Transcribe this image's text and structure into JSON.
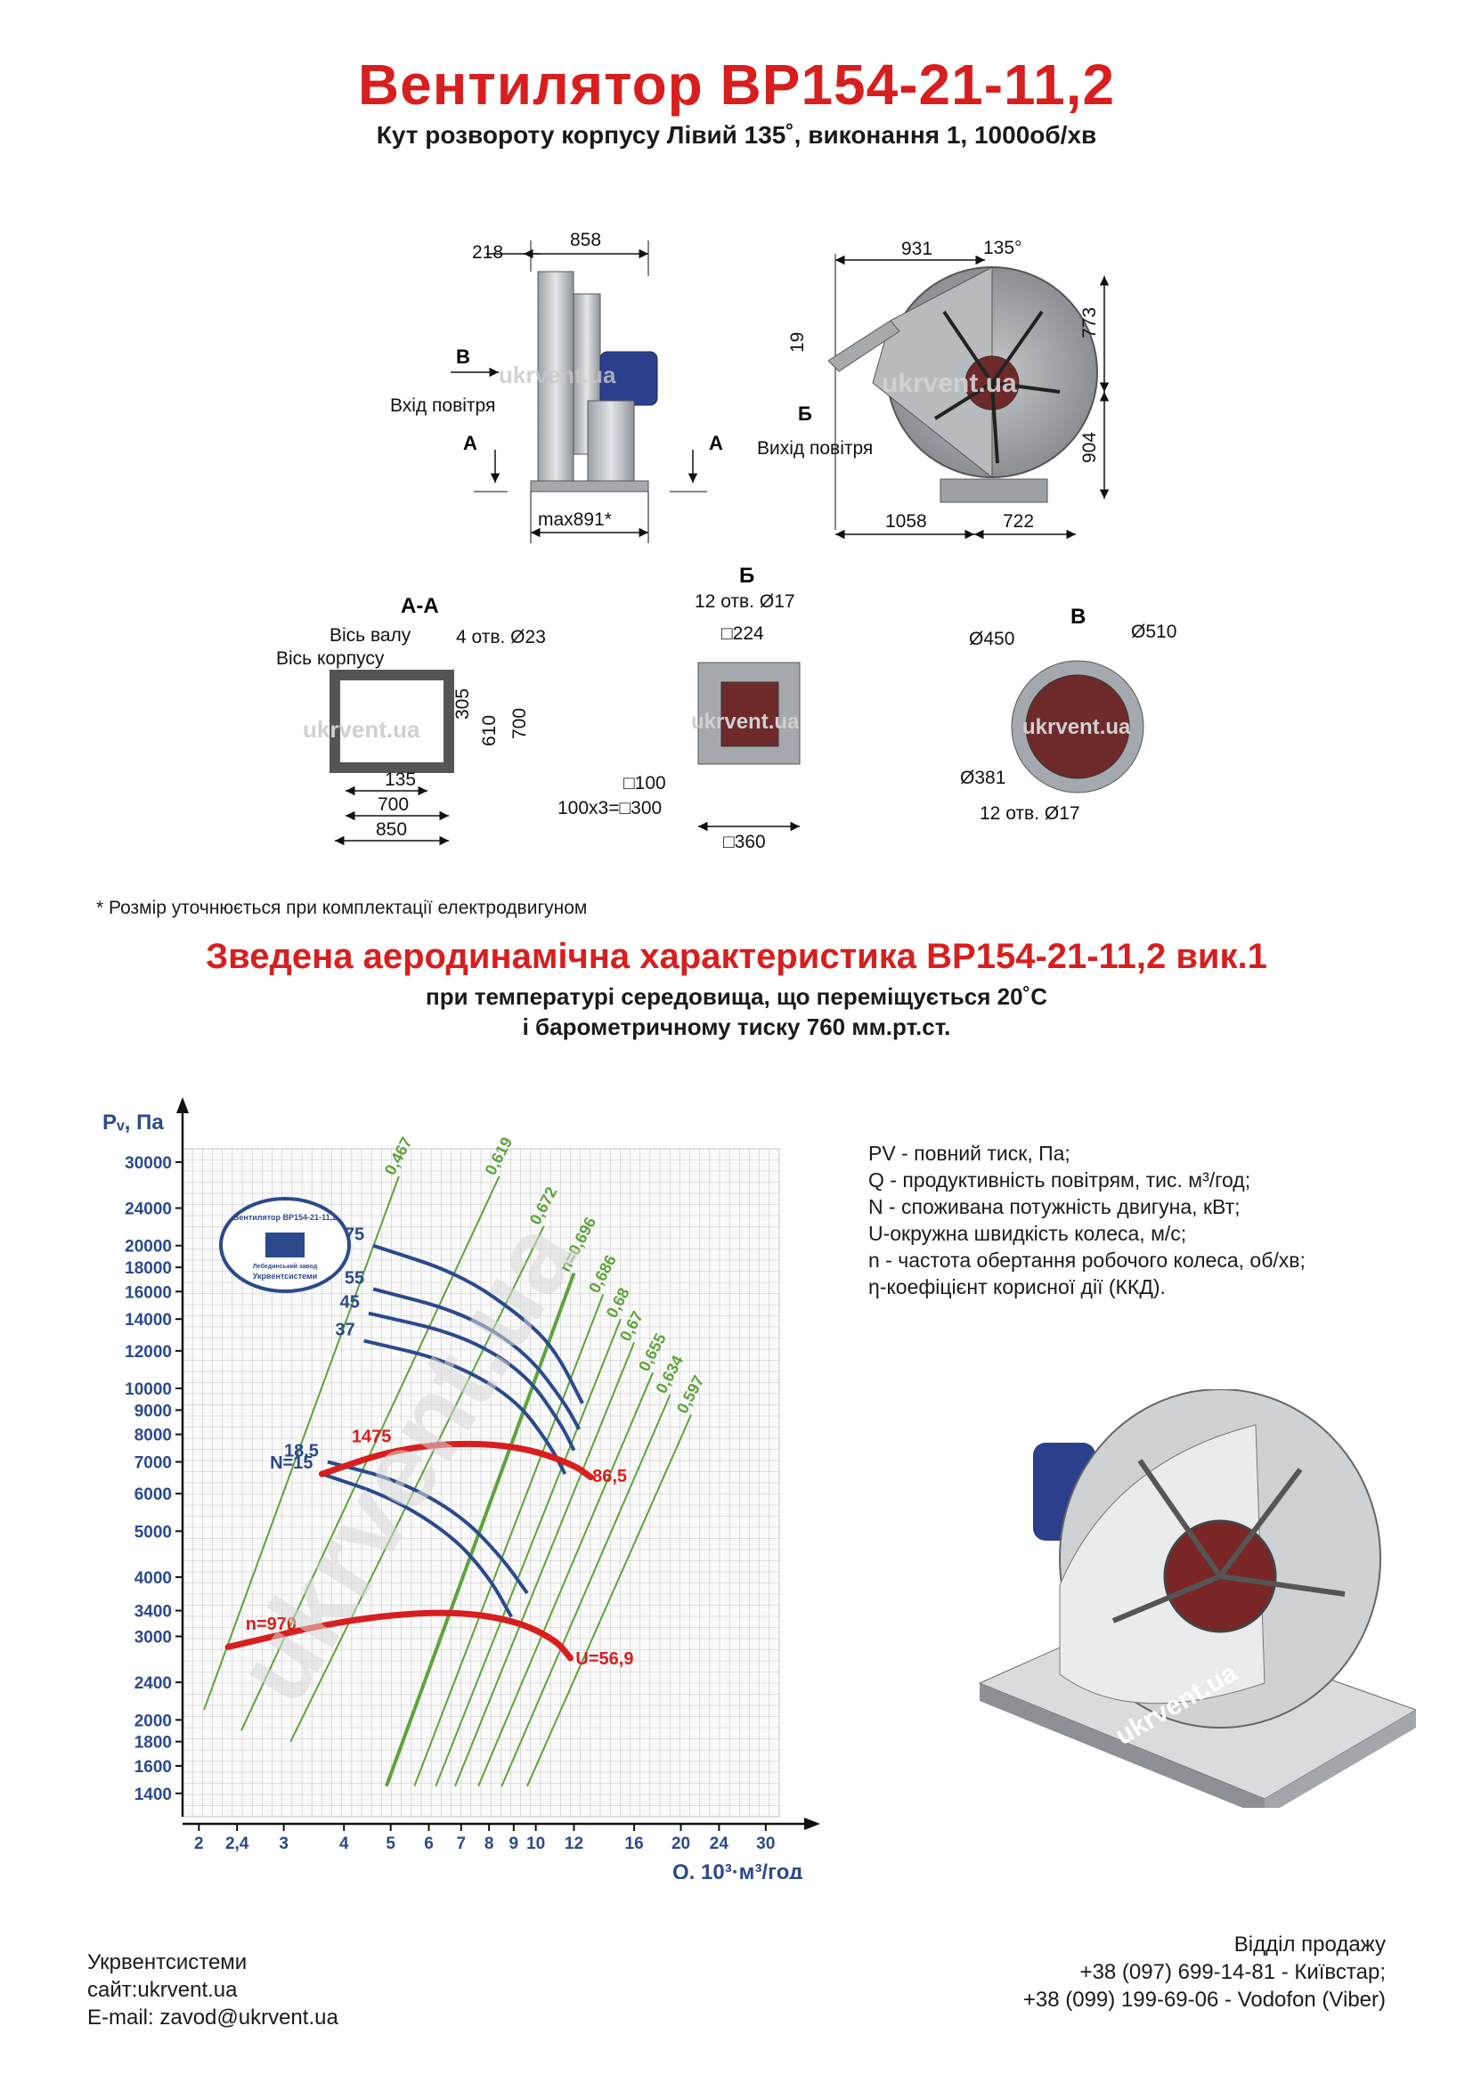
{
  "header": {
    "title": "Вентилятор ВР154-21-11,2",
    "subtitle": "Кут розвороту корпусу Лівий 135˚, виконання 1, 1000об/хв"
  },
  "drawings": {
    "side": {
      "d218": "218",
      "d858": "858",
      "label_b": "В",
      "inlet": "Вхід повітря",
      "label_a1": "А",
      "label_a2": "А",
      "dmax": "max891*",
      "watermark": "ukrvent.ua"
    },
    "front": {
      "d931": "931",
      "angle": "135°",
      "d19": "19",
      "d773": "773",
      "label_b": "Б",
      "outlet": "Вихід повітря",
      "d904": "904",
      "d1058": "1058",
      "d722": "722",
      "watermark": "ukrvent.ua"
    },
    "section_aa": {
      "title": "А-А",
      "shaft": "Вісь валу",
      "body": "Вісь корпусу",
      "holes": "4 отв. Ø23",
      "d305": "305",
      "d610": "610",
      "d700v": "700",
      "d135": "135",
      "d700": "700",
      "d850": "850",
      "watermark": "ukrvent.ua"
    },
    "flange_b": {
      "title": "Б",
      "holes": "12 отв.  Ø17",
      "d224": "□224",
      "d100": "□100",
      "d300": "100х3=□300",
      "d360": "□360",
      "watermark": "ukrvent.ua"
    },
    "flange_v": {
      "title": "В",
      "d450": "Ø450",
      "d510": "Ø510",
      "d381": "Ø381",
      "holes": "12 отв. Ø17",
      "watermark": "ukrvent.ua"
    }
  },
  "notes": {
    "footnote": "* Розмір уточнюється при комплектації електродвигуном"
  },
  "section": {
    "title": "Зведена аеродинамічна характеристика ВР154-21-11,2 вик.1",
    "line1": "при температурі середовища, що переміщується 20˚С",
    "line2": "і барометричному тиску 760 мм.рт.ст."
  },
  "legend": [
    "PV - повний тиск, Па;",
    "Q - продуктивність повітрям, тис. м³/год;",
    "N - споживана потужність двигуна, кВт;",
    "U-окружна швидкість колеса, м/с;",
    "n - частота обертання робочого колеса, об/хв;",
    "η-коефіцієнт корисної дії (ККД)."
  ],
  "chart_data": {
    "type": "line",
    "ylabel": "Pᵥ, Па",
    "xlabel": "Q, 10³·м³/год",
    "x_scale": "log",
    "y_scale": "log",
    "x_ticks": [
      "2",
      "2,4",
      "3",
      "4",
      "5",
      "6",
      "7",
      "8",
      "9",
      "10",
      "12",
      "16",
      "20",
      "24",
      "30"
    ],
    "x_tick_values": [
      2,
      2.4,
      3,
      4,
      5,
      6,
      7,
      8,
      9,
      10,
      12,
      16,
      20,
      24,
      30
    ],
    "y_ticks": [
      "30000",
      "24000",
      "20000",
      "18000",
      "16000",
      "14000",
      "12000",
      "10000",
      "9000",
      "8000",
      "7000",
      "6000",
      "5000",
      "4000",
      "3400",
      "3000",
      "2400",
      "2000",
      "1800",
      "1600",
      "1400"
    ],
    "y_tick_values": [
      30000,
      24000,
      20000,
      18000,
      16000,
      14000,
      12000,
      10000,
      9000,
      8000,
      7000,
      6000,
      5000,
      4000,
      3400,
      3000,
      2400,
      2000,
      1800,
      1600,
      1400
    ],
    "xlim": [
      1.85,
      32
    ],
    "ylim": [
      1250,
      32000
    ],
    "power_labels": [
      "75",
      "55",
      "45",
      "37",
      "18,5",
      "N=15"
    ],
    "power_curves": [
      {
        "name": "75",
        "points": [
          [
            4.6,
            20000
          ],
          [
            7,
            17400
          ],
          [
            9.5,
            14000
          ],
          [
            11,
            12000
          ],
          [
            12.5,
            9300
          ]
        ]
      },
      {
        "name": "55",
        "points": [
          [
            4.6,
            16200
          ],
          [
            7,
            14500
          ],
          [
            9.5,
            12000
          ],
          [
            11.5,
            9300
          ],
          [
            12.3,
            8200
          ]
        ]
      },
      {
        "name": "45",
        "points": [
          [
            4.5,
            14400
          ],
          [
            7,
            13000
          ],
          [
            9.5,
            10800
          ],
          [
            11.3,
            8400
          ],
          [
            12,
            7400
          ]
        ]
      },
      {
        "name": "37",
        "points": [
          [
            4.4,
            12600
          ],
          [
            6.5,
            11500
          ],
          [
            9,
            9600
          ],
          [
            10.7,
            7600
          ],
          [
            11.5,
            6600
          ]
        ]
      },
      {
        "name": "18,5",
        "points": [
          [
            3.7,
            7000
          ],
          [
            5.2,
            6400
          ],
          [
            7,
            5400
          ],
          [
            8.5,
            4400
          ],
          [
            9.6,
            3700
          ]
        ]
      },
      {
        "name": "N=15",
        "points": [
          [
            3.6,
            6600
          ],
          [
            5,
            5900
          ],
          [
            6.7,
            4900
          ],
          [
            8,
            4000
          ],
          [
            8.9,
            3300
          ]
        ]
      }
    ],
    "efficiency_labels": [
      "0,467",
      "0,619",
      "0,672",
      "n=0,696",
      "0,686",
      "0,68",
      "0,67",
      "0,655",
      "0,634",
      "0,597"
    ],
    "efficiency_lines": [
      {
        "name": "0,467",
        "points": [
          [
            2.05,
            2100
          ],
          [
            5.2,
            28000
          ]
        ]
      },
      {
        "name": "0,619",
        "points": [
          [
            2.45,
            1900
          ],
          [
            8.4,
            28000
          ]
        ]
      },
      {
        "name": "0,672",
        "points": [
          [
            3.1,
            1800
          ],
          [
            10.4,
            22000
          ]
        ]
      },
      {
        "name": "n=0,696",
        "points": [
          [
            4.9,
            1450
          ],
          [
            12,
            17500
          ]
        ]
      },
      {
        "name": "0,686",
        "points": [
          [
            5.6,
            1450
          ],
          [
            13.8,
            15800
          ]
        ]
      },
      {
        "name": "0,68",
        "points": [
          [
            6.2,
            1450
          ],
          [
            15,
            14000
          ]
        ]
      },
      {
        "name": "0,67",
        "points": [
          [
            6.8,
            1450
          ],
          [
            16,
            12500
          ]
        ]
      },
      {
        "name": "0,655",
        "points": [
          [
            7.6,
            1450
          ],
          [
            17.5,
            10800
          ]
        ]
      },
      {
        "name": "0,634",
        "points": [
          [
            8.5,
            1450
          ],
          [
            19,
            9700
          ]
        ]
      },
      {
        "name": "0,597",
        "points": [
          [
            9.6,
            1450
          ],
          [
            21,
            8800
          ]
        ]
      }
    ],
    "speed_labels": [
      "1475",
      "86,5",
      "n=970",
      "U=56,9"
    ],
    "speed_curves": [
      {
        "name": "1475",
        "points": [
          [
            3.6,
            6600
          ],
          [
            5,
            7400
          ],
          [
            7,
            7700
          ],
          [
            9.5,
            7500
          ],
          [
            12,
            6900
          ],
          [
            13,
            6500
          ]
        ]
      },
      {
        "name": "n=970",
        "points": [
          [
            2.3,
            2850
          ],
          [
            4,
            3250
          ],
          [
            6.5,
            3400
          ],
          [
            9,
            3250
          ],
          [
            11,
            2950
          ],
          [
            11.8,
            2700
          ]
        ]
      }
    ]
  },
  "footer": {
    "company": "Укрвентсистеми",
    "site": "сайт:ukrvent.ua",
    "email": "E-mail: zavod@ukrvent.ua",
    "sales_title": "Відділ продажу",
    "phone1": "+38 (097) 699-14-81 - Київстар;",
    "phone2": "+38 (099) 199-69-06 - Vodofon (Viber)"
  },
  "logo": {
    "text_top": "Вентилятор ВР154-21-11,2",
    "text_bottom": "Укрвентсистеми",
    "text_mid": "Лебединський завод"
  },
  "photo": {
    "watermark": "ukrvent.ua"
  },
  "colors": {
    "red": "#d81e1e",
    "blue": "#2b4a8c",
    "green": "#5ea33c",
    "grid": "#c8c8c8"
  }
}
